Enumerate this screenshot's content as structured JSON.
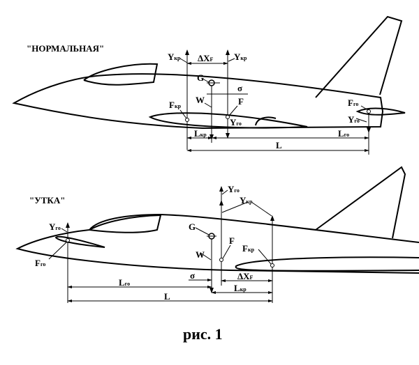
{
  "top_diagram": {
    "title": "\"НОРМАЛЬНАЯ\"",
    "labels": {
      "ykr_main": "Y",
      "ykr_sub": "кр",
      "ykr2_main": "Y",
      "ykr2_sub": "кр",
      "dxf_main": "ΔX",
      "dxf_sub": "F",
      "g": "G",
      "sigma": "σ",
      "w": "W",
      "f": "F",
      "fkr_main": "F",
      "fkr_sub": "кр",
      "ygo_main": "Y",
      "ygo_sub": "го",
      "fgo_main": "F",
      "fgo_sub": "го",
      "ygo2_main": "Y",
      "ygo2_sub": "го",
      "lkr_main": "L",
      "lkr_sub": "кр",
      "lgo_main": "L",
      "lgo_sub": "го",
      "l": "L"
    }
  },
  "bottom_diagram": {
    "title": "\"УТКА\"",
    "labels": {
      "ygo_main": "Y",
      "ygo_sub": "го",
      "ygo2_main": "Y",
      "ygo2_sub": "го",
      "ykr_main": "Y",
      "ykr_sub": "кр",
      "g": "G",
      "f": "F",
      "w": "W",
      "sigma": "σ",
      "fkr_main": "F",
      "fkr_sub": "кр",
      "fgo_main": "F",
      "fgo_sub": "го",
      "dxf_main": "ΔX",
      "dxf_sub": "F",
      "lgo_main": "L",
      "lgo_sub": "го",
      "lkr_main": "L",
      "lkr_sub": "кр",
      "l": "L"
    }
  },
  "caption": "рис. 1"
}
